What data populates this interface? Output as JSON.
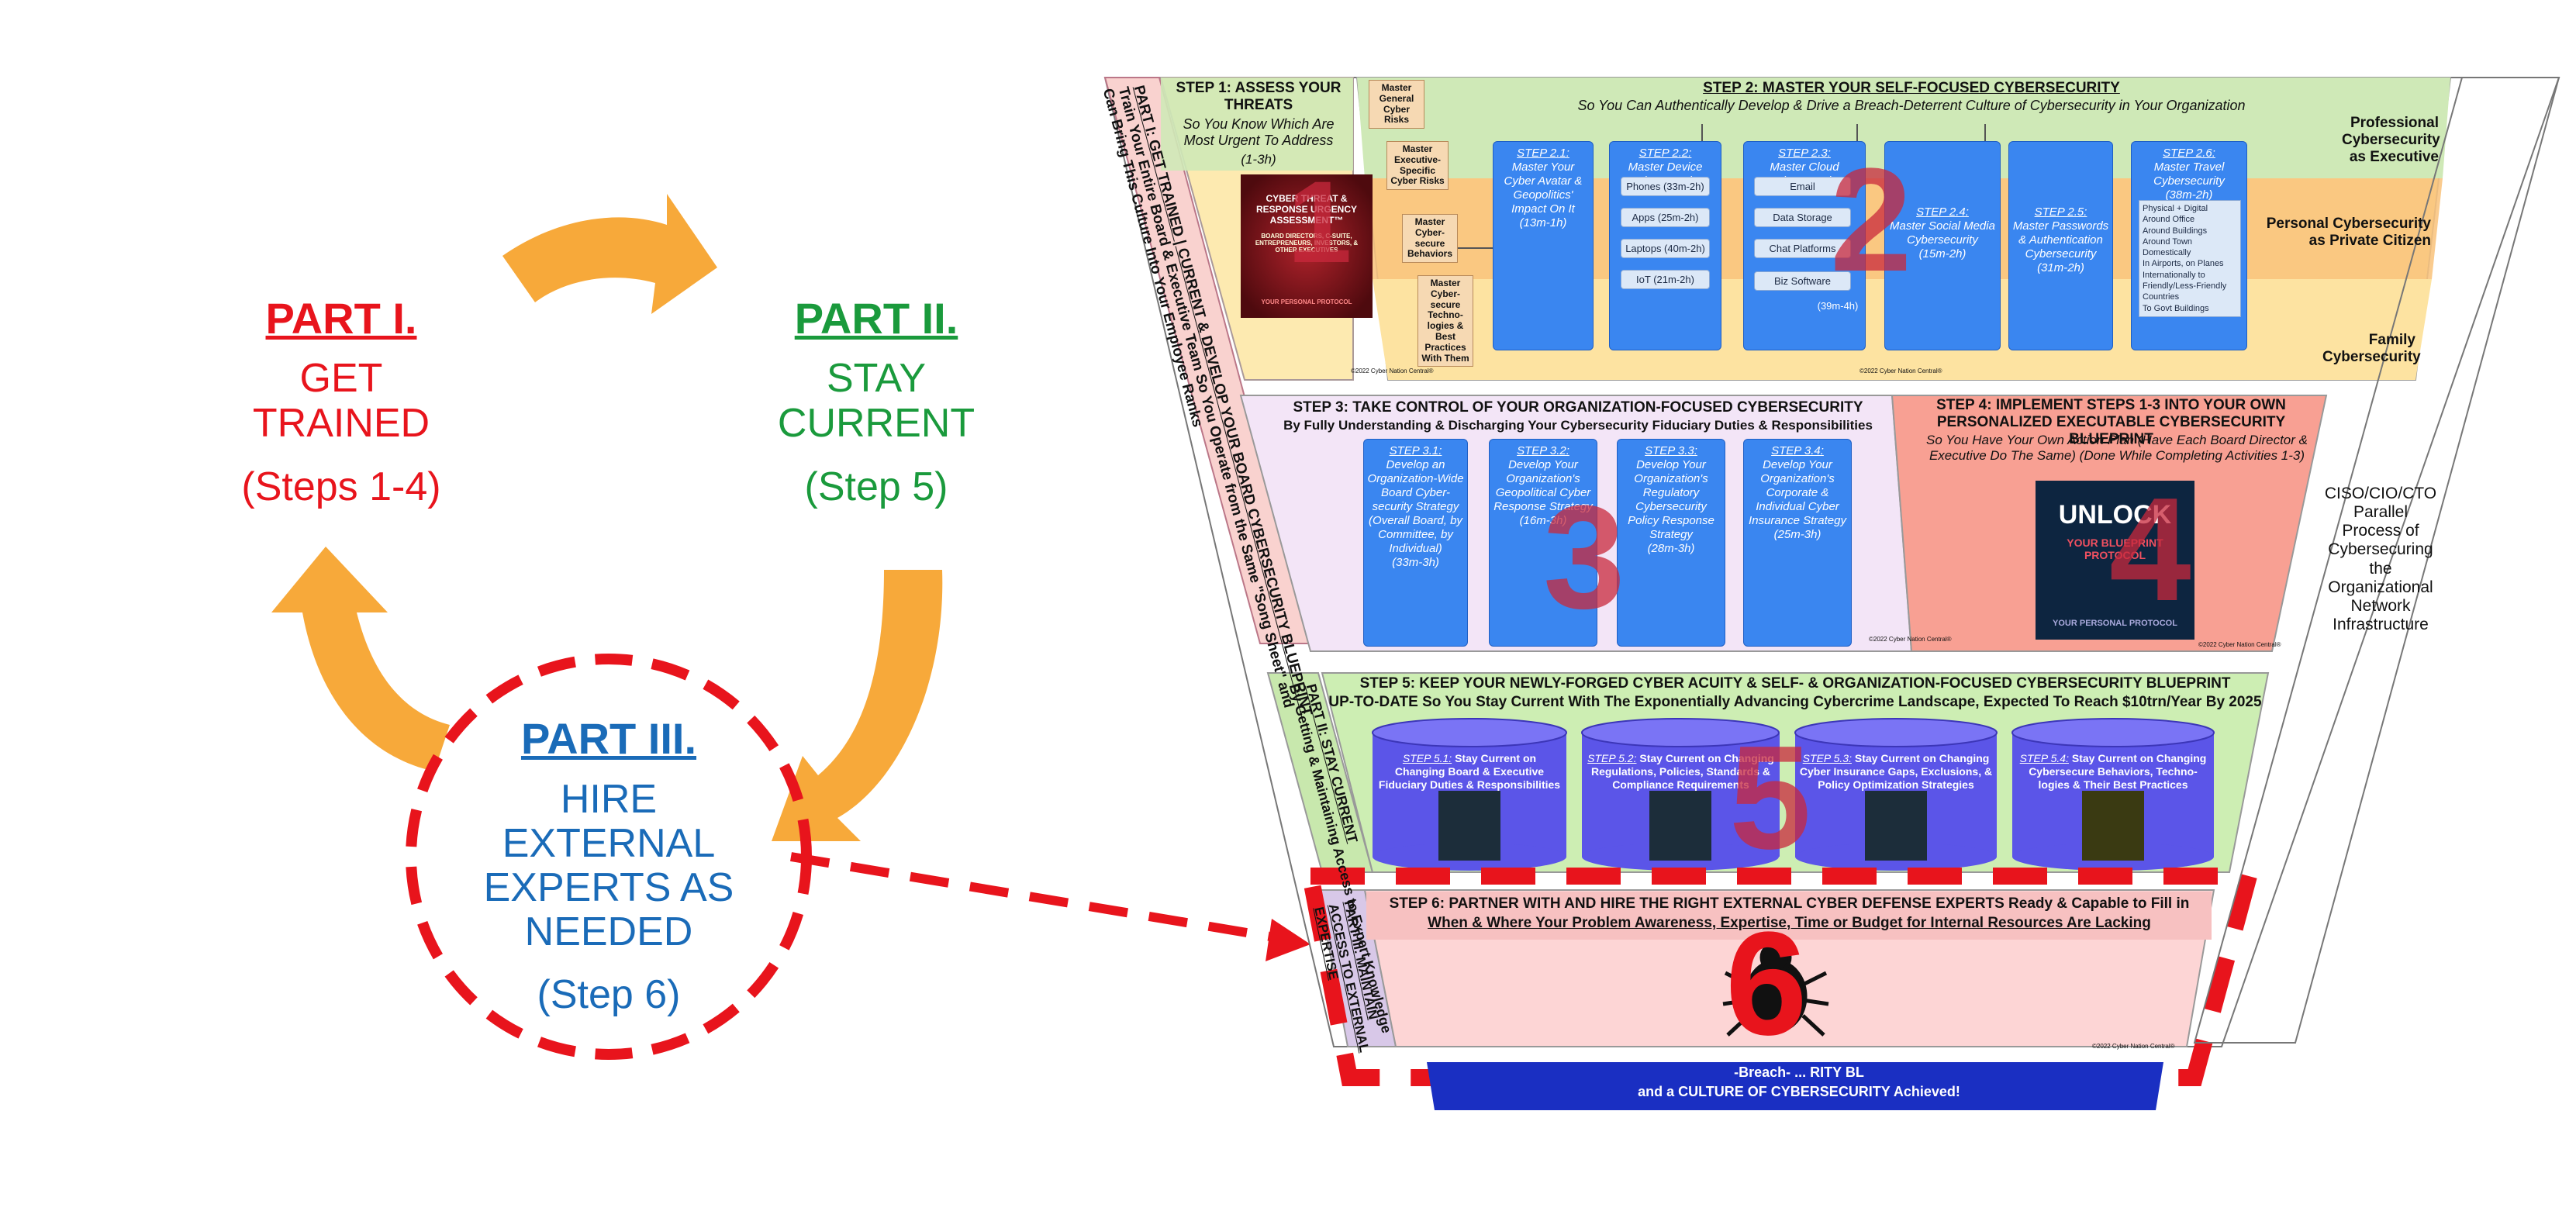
{
  "cycle": {
    "part1": {
      "title": "PART I.",
      "line1": "GET",
      "line2": "TRAINED",
      "steps": "(Steps 1-4)"
    },
    "part2": {
      "title": "PART II.",
      "line1": "STAY",
      "line2": "CURRENT",
      "steps": "(Step 5)"
    },
    "part3": {
      "title": "PART III.",
      "line1": "HIRE",
      "line2": "EXTERNAL",
      "line3": "EXPERTS AS",
      "line4": "NEEDED",
      "steps": "(Step 6)"
    },
    "colors": {
      "part1": "#e8141c",
      "part2": "#1a9a3c",
      "part3": "#1a6bb8",
      "arrow": "#f7a93a",
      "dash": "#e8141c"
    }
  },
  "blueprint": {
    "part1_side": "PART I: GET TRAINED | CURRENT & DEVELOP YOUR BOARD CYBERSECURITY BLUEPRINT",
    "part1_side2": "Train Your Entire Board & Executive Team So You Operate from the Same \"Song Sheet\" and",
    "part1_side3": "Can Bring This Culture Into Your Employee Ranks",
    "step1": {
      "title": "STEP 1: ASSESS YOUR THREATS",
      "sub": "So You Know Which Are Most Urgent To Address",
      "time": "(1-3h)"
    },
    "step1_book": {
      "title": "CYBER THREAT & RESPONSE URGENCY ASSESSMENT™",
      "sub": "BOARD DIRECTORS, C-SUITE, ENTREPRENEURS, INVESTORS, & OTHER EXECUTIVES",
      "footer": "YOUR PERSONAL PROTOCOL"
    },
    "tags": [
      "Master General Cyber Risks",
      "Master Executive-Specific Cyber Risks",
      "Master Cyber-secure Behaviors",
      "Master Cyber-secure Techno-logies & Best Practices With Them"
    ],
    "step2": {
      "title": "STEP 2: MASTER YOUR SELF-FOCUSED CYBERSECURITY",
      "sub": "So You Can Authentically Develop & Drive a Breach-Deterrent Culture of Cybersecurity in Your Organization"
    },
    "bands": [
      "Professional Cybersecurity as Executive",
      "Personal Cybersecurity as Private Citizen",
      "Family Cybersecurity"
    ],
    "step2_cards": [
      {
        "label": "STEP 2.1:",
        "text": "Master Your Cyber Avatar & Geopolitics' Impact On It",
        "time": "(13m-1h)"
      },
      {
        "label": "STEP 2.2:",
        "text": "Master Device Cybersecurity",
        "time": ""
      },
      {
        "label": "STEP 2.3:",
        "text": "Master Cloud Cybersecurity",
        "time": ""
      },
      {
        "label": "STEP 2.4:",
        "text": "Master Social Media Cybersecurity",
        "time": "(15m-2h)"
      },
      {
        "label": "STEP 2.5:",
        "text": "Master Passwords & Authentication Cybersecurity",
        "time": "(31m-2h)"
      },
      {
        "label": "STEP 2.6:",
        "text": "Master Travel Cybersecurity",
        "time": "(38m-2h)"
      }
    ],
    "devices": [
      "Phones (33m-2h)",
      "Apps (25m-2h)",
      "Laptops (40m-2h)",
      "IoT (21m-2h)"
    ],
    "cloud": [
      "Email",
      "Data Storage",
      "Chat Platforms",
      "Biz Software",
      "(39m-4h)"
    ],
    "travel": [
      "Physical + Digital",
      "Around Office",
      "Around Buildings",
      "Around Town",
      "Domestically",
      "In Airports, on Planes",
      "Internationally to Friendly/Less-Friendly Countries",
      "To Govt Buildings"
    ],
    "step3": {
      "title": "STEP 3: TAKE CONTROL OF YOUR ORGANIZATION-FOCUSED CYBERSECURITY",
      "sub": "By Fully Understanding & Discharging Your Cybersecurity Fiduciary Duties & Responsibilities"
    },
    "step3_cards": [
      {
        "label": "STEP 3.1:",
        "text": "Develop an Organization-Wide Board Cyber-security Strategy (Overall Board, by Committee, by Individual)",
        "time": "(33m-3h)"
      },
      {
        "label": "STEP 3.2:",
        "text": "Develop Your Organization's Geopolitical Cyber Response Strategy",
        "time": "(16m-3h)"
      },
      {
        "label": "STEP 3.3:",
        "text": "Develop Your Organization's Regulatory Cybersecurity Policy Response Strategy",
        "time": "(28m-3h)"
      },
      {
        "label": "STEP 3.4:",
        "text": "Develop Your Organization's Corporate & Individual Cyber Insurance Strategy",
        "time": "(25m-3h)"
      }
    ],
    "step4": {
      "title": "STEP 4: IMPLEMENT STEPS 1-3 INTO YOUR OWN PERSONALIZED EXECUTABLE CYBERSECURITY BLUEPRINT",
      "sub": "So You Have Your Own Action Plan (Have Each Board Director & Executive Do The Same) (Done While Completing Activities 1-3)"
    },
    "step4_book": {
      "title": "UNLOCK",
      "sub": "YOUR BLUEPRINT PROTOCOL",
      "footer": "YOUR PERSONAL PROTOCOL"
    },
    "ciso": "CISO/CIO/CTO Parallel Process of Cybersecuring the Organizational Network Infrastructure",
    "part2_side": "PART II: STAY CURRENT",
    "part2_side2": "By Getting & Maintaining Access to Expert Knowledge",
    "step5": {
      "title": "STEP 5: KEEP YOUR NEWLY-FORGED CYBER ACUITY & SELF- & ORGANIZATION-FOCUSED CYBERSECURITY BLUEPRINT",
      "sub": "UP-TO-DATE So You Stay Current With The Exponentially Advancing Cybercrime Landscape, Expected To Reach $10trn/Year By 2025"
    },
    "step5_drums": [
      {
        "label": "STEP 5.1:",
        "text": "Stay Current on Changing Board & Executive Fiduciary Duties & Responsibilities"
      },
      {
        "label": "STEP 5.2:",
        "text": "Stay Current on Changing Regulations, Policies, Standards & Compliance Requirements"
      },
      {
        "label": "STEP 5.3:",
        "text": "Stay Current on Changing Cyber Insurance Gaps, Exclusions, & Policy Optimization Strategies"
      },
      {
        "label": "STEP 5.4:",
        "text": "Stay Current on Changing Cybersecure Behaviors, Techno-logies & Their Best Practices"
      }
    ],
    "part3_side": "PART III: MAINTAIN ACCESS TO EXTERNAL EXPERTISE",
    "step6": {
      "title": "STEP 6: PARTNER WITH AND HIRE THE RIGHT EXTERNAL CYBER DEFENSE EXPERTS Ready & Capable to Fill in",
      "sub": "When & Where Your Problem Awareness, Expertise, Time or Budget for Internal Resources Are Lacking"
    },
    "bottom": {
      "line1": "-Breach-  ...  RITY BL",
      "line2": "and a CULTURE OF CYBERSECURITY Achieved!"
    },
    "copyright": "©2022 Cyber Nation Central®",
    "numbers": [
      "1",
      "2",
      "3",
      "4",
      "5",
      "6"
    ]
  }
}
